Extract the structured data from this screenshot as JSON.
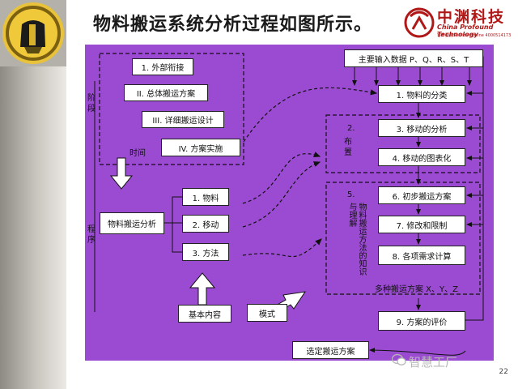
{
  "title": "物料搬运系统分析过程如图所示。",
  "brand": {
    "name": "中渊科技",
    "english": "China Profound Technology",
    "hotline": "客户服务Service Hotline 4000514173",
    "accent": "#b01818"
  },
  "colors": {
    "panel": "#9b4bd1",
    "box": "#ffffff"
  },
  "left_labels": {
    "stage": "阶段",
    "time": "时间",
    "procedure": "程序"
  },
  "stages": [
    "1. 外部衔接",
    "II. 总体搬运方案",
    "III. 详细搬运设计",
    "IV. 方案实施"
  ],
  "analysis": {
    "label": "物料搬运分析",
    "items": [
      "1. 物料",
      "2. 移动",
      "3. 方法"
    ]
  },
  "basic": "基本内容",
  "pattern": "模式",
  "input": "主要输入数据 P、Q、R、S、T",
  "steps": {
    "s1": "1. 物料的分类",
    "layout_number": "2.",
    "layout_label": "布置",
    "s3": "3. 移动的分析",
    "s4": "4. 移动的图表化",
    "knowledge_number": "5.",
    "knowledge_label": "物料搬运方法的知识与理解",
    "s6": "6. 初步搬运方案",
    "s7": "7. 修改和限制",
    "s8": "8. 各项需求计算",
    "plans": "多种搬运方案 X、Y、Z",
    "s9": "9. 方案的评价",
    "chosen": "选定搬运方案"
  },
  "watermark": "智慧工厂",
  "page_number": "22"
}
